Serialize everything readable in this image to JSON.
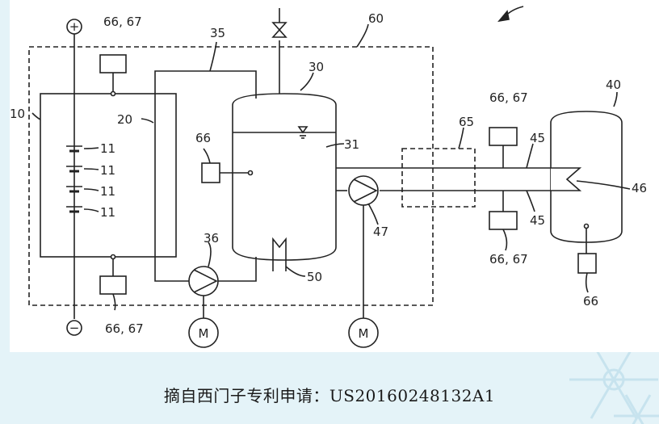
{
  "labels": {
    "n10": "10",
    "n11": "11",
    "n20": "20",
    "n30": "30",
    "n31": "31",
    "n35": "35",
    "n36": "36",
    "n40": "40",
    "n45": "45",
    "n46": "46",
    "n47": "47",
    "n50": "50",
    "n60": "60",
    "n65": "65",
    "n66": "66",
    "n6667": "66, 67",
    "plus": "+",
    "minus": "−",
    "motor": "M"
  },
  "caption": "摘自西门子专利申请：US20160248132A1",
  "colors": {
    "background": "#e4f3f8",
    "panel": "#ffffff",
    "line": "#222222",
    "snowflake": "#c4e2ee"
  }
}
